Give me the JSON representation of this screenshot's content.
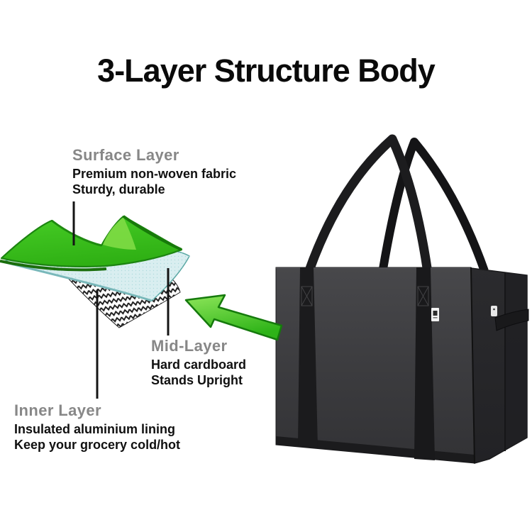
{
  "title": "3-Layer Structure Body",
  "layers": [
    {
      "id": "surface",
      "name": "Surface Layer",
      "desc_line1": "Premium non-woven fabric",
      "desc_line2": "Sturdy, durable"
    },
    {
      "id": "mid",
      "name": "Mid-Layer",
      "desc_line1": "Hard cardboard",
      "desc_line2": "Stands Upright"
    },
    {
      "id": "inner",
      "name": "Inner Layer",
      "desc_line1": "Insulated aluminium lining",
      "desc_line2": "Keep your grocery cold/hot"
    }
  ],
  "product_image": {
    "alt": "Black reusable grocery tote bag with long handles and side handle"
  },
  "icons": {
    "arrow": "green-arrow-icon"
  },
  "colors": {
    "background": "#ffffff",
    "title-text": "#0a0a0a",
    "layer-name-text": "#878787",
    "layer-desc-text": "#101010",
    "callout-line": "#141414",
    "surface-green": "#3cc31e",
    "surface-green-light": "#7fdc45",
    "surface-green-dark": "#1c8410",
    "mid-cyan": "#d9eef0",
    "mid-cyan-edge": "#5ba8a4",
    "inner-white": "#ffffff",
    "inner-pattern": "#1a1a1a",
    "arrow-green-dark": "#157a0c",
    "bag-front": "#3b3b3e",
    "bag-side": "#27272a",
    "bag-strap": "#1b1b1d",
    "bag-tag": "#f2f2f2"
  }
}
